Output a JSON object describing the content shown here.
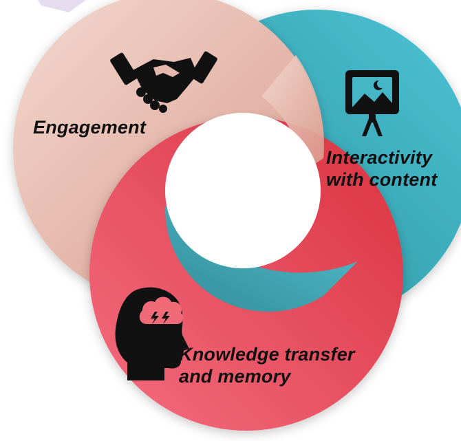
{
  "diagram": {
    "segments": [
      {
        "id": "engagement",
        "lines": [
          "Engagement"
        ],
        "icon": "handshake-icon",
        "color": "#e0aa9c"
      },
      {
        "id": "interactivity",
        "lines": [
          "Interactivity",
          "with content"
        ],
        "icon": "presentation-board-icon",
        "color": "#3aa9b8"
      },
      {
        "id": "knowledge",
        "lines": [
          "Knowledge transfer",
          "and memory"
        ],
        "icon": "head-brainstorm-icon",
        "color": "#e94a5e"
      }
    ],
    "center_color": "#ffffff",
    "accent_color": "#e6dcef"
  }
}
